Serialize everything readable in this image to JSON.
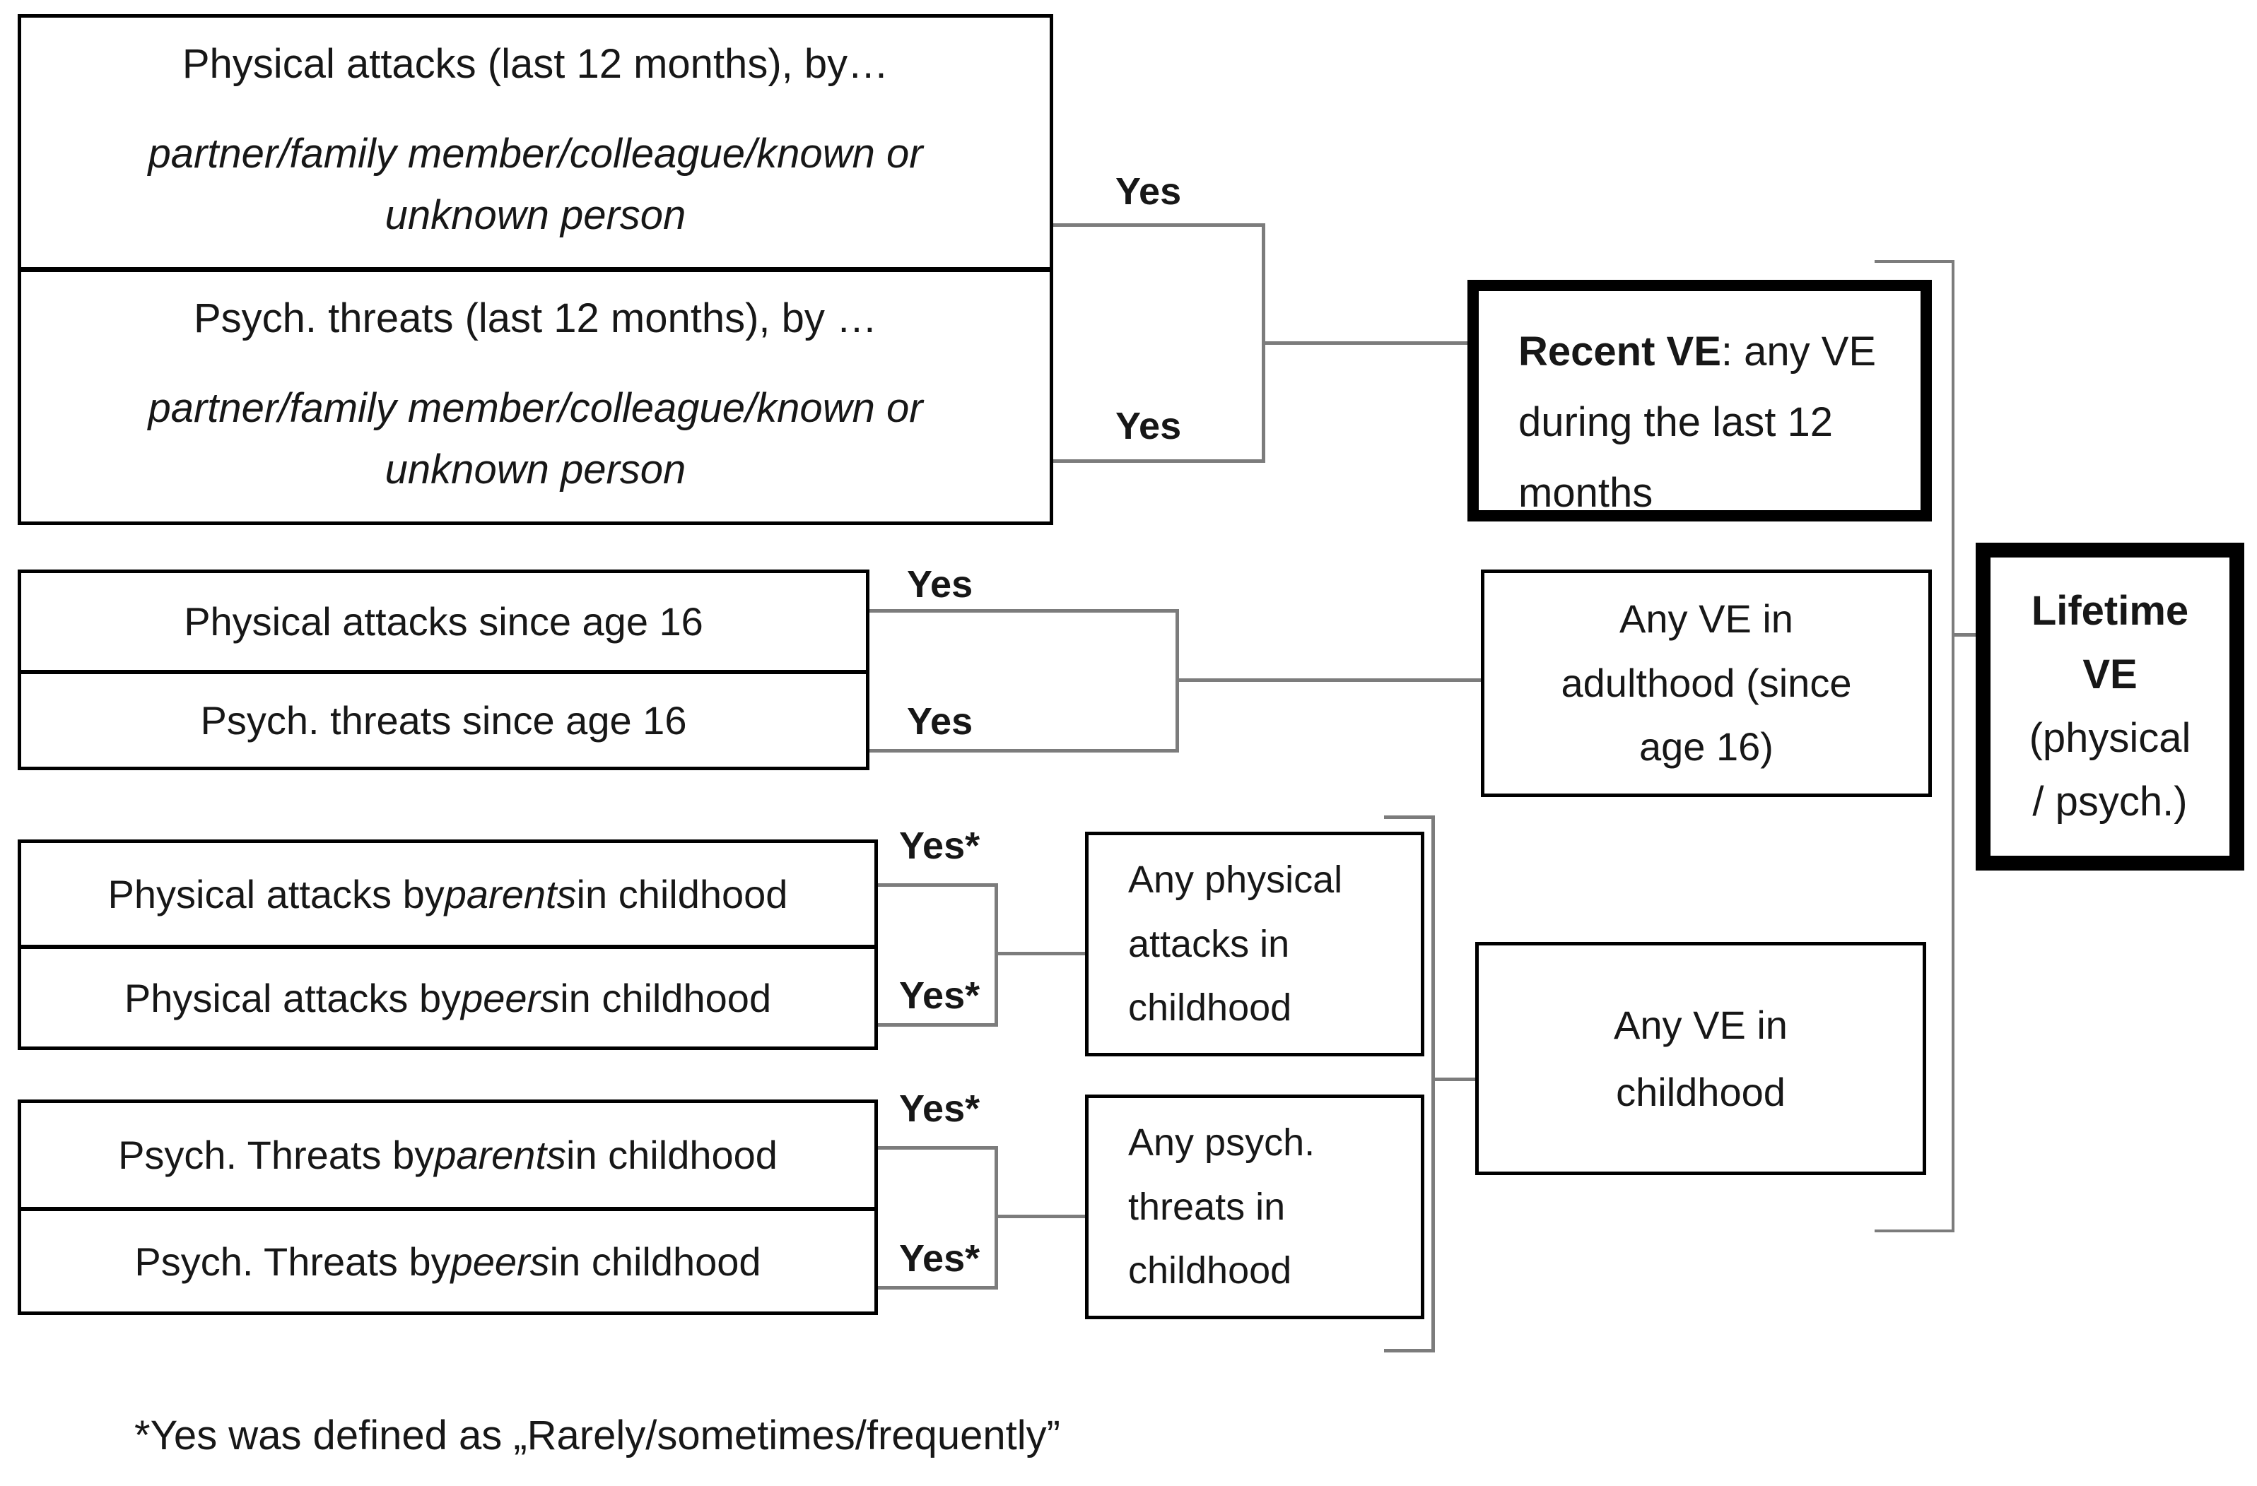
{
  "figure": {
    "background": "#ffffff",
    "colors": {
      "box_border": "#000000",
      "connector": "#7c7c7c",
      "text": "#171717"
    },
    "recent_group": {
      "cells": [
        {
          "title": "Physical attacks (last 12 months), by…",
          "subtitle": "partner/family member/colleague/known or\nunknown person"
        },
        {
          "title": "Psych. threats (last 12 months), by …",
          "subtitle": "partner/family member/colleague/known or\nunknown person"
        }
      ],
      "yes_top": "Yes",
      "yes_bottom": "Yes"
    },
    "adult_group": {
      "rows": [
        "Physical attacks since age 16",
        "Psych. threats since age 16"
      ],
      "yes_top": "Yes",
      "yes_bottom": "Yes"
    },
    "child_physical_group": {
      "rows": [
        {
          "prefix": "Physical attacks by ",
          "italic": "parents",
          "suffix": " in childhood"
        },
        {
          "prefix": "Physical attacks by ",
          "italic": "peers",
          "suffix": " in childhood"
        }
      ],
      "yes_top": "Yes*",
      "yes_bottom": "Yes*"
    },
    "child_psych_group": {
      "rows": [
        {
          "prefix": "Psych. Threats by ",
          "italic": "parents",
          "suffix": " in childhood"
        },
        {
          "prefix": "Psych. Threats by ",
          "italic": "peers",
          "suffix": " in childhood"
        }
      ],
      "yes_top": "Yes*",
      "yes_bottom": "Yes*"
    },
    "outcomes": {
      "recent_bold": "Recent VE",
      "recent_rest": ": any VE\nduring the last 12\nmonths",
      "adulthood": "Any VE in\nadulthood (since\nage 16)",
      "child_physical": "Any physical\nattacks in\nchildhood",
      "child_psych": "Any psych.\nthreats in\nchildhood",
      "childhood": "Any VE in\nchildhood",
      "lifetime_bold": "Lifetime\nVE",
      "lifetime_rest": "(physical\n/ psych.)"
    },
    "footnote": "*Yes was defined as „Rarely/sometimes/frequently”"
  }
}
